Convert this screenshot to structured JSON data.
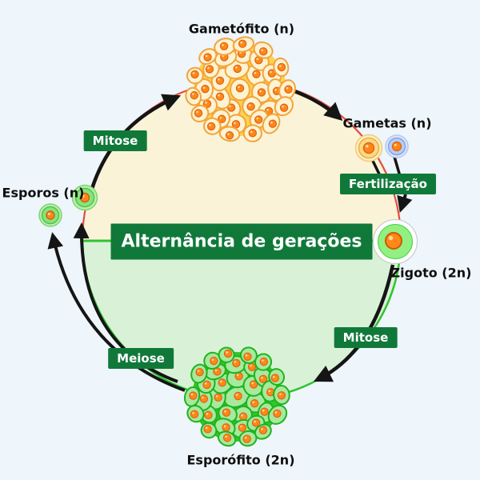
{
  "title": "Alternância de gerações",
  "nodes": {
    "gametofito": {
      "label": "Gametófito (n)"
    },
    "gametas": {
      "label": "Gametas (n)"
    },
    "zigoto": {
      "label": "Zigoto (2n)"
    },
    "esporofito": {
      "label": "Esporófito (2n)"
    },
    "esporos": {
      "label": "Esporos (n)"
    }
  },
  "processes": {
    "mitose_left": "Mitose",
    "fertilizacao": "Fertilização",
    "mitose_right": "Mitose",
    "meiose": "Meiose"
  },
  "colors": {
    "background": "#eef5fb",
    "haploid_half_fill": "#fbf3d8",
    "diploid_half_fill": "#d9f2d7",
    "haploid_arc": "#e0503a",
    "diploid_arc": "#2fc42f",
    "badge_green": "#10793a",
    "nucleus_orange": "#ff8818",
    "gametofito_matrix": "#ffd24d",
    "esporofito_matrix": "#2ec82a",
    "arrow_black": "#151515"
  }
}
